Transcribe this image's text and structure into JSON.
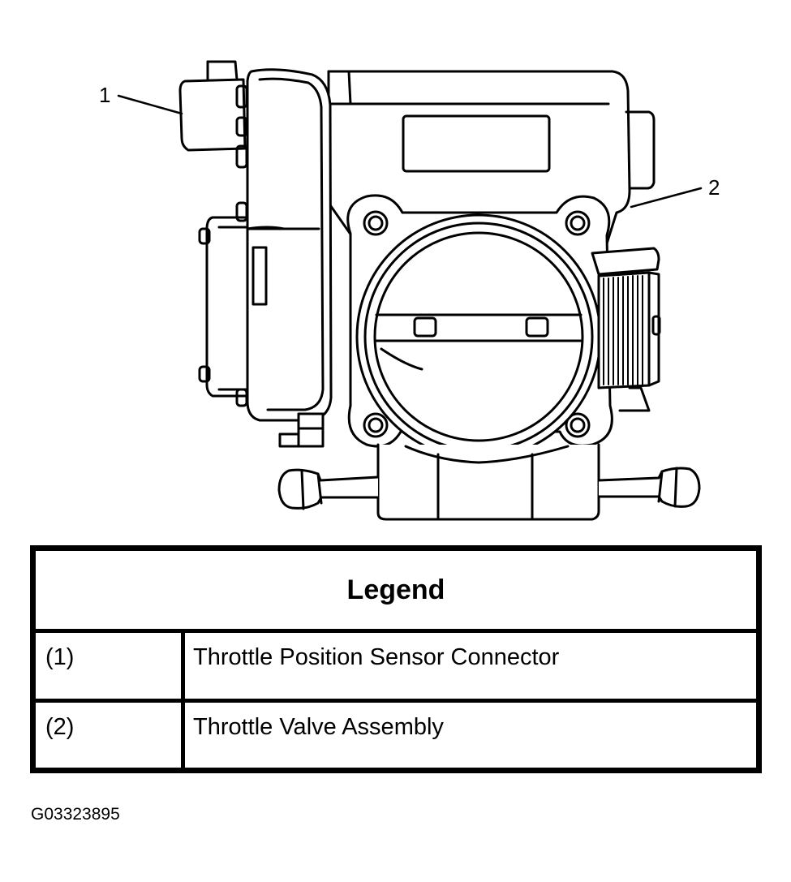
{
  "diagram": {
    "callouts": [
      {
        "id": "1"
      },
      {
        "id": "2"
      }
    ]
  },
  "legend": {
    "title": "Legend",
    "rows": [
      {
        "num": "(1)",
        "desc": "Throttle Position Sensor Connector"
      },
      {
        "num": "(2)",
        "desc": "Throttle Valve Assembly"
      }
    ]
  },
  "figure_id": "G03323895"
}
